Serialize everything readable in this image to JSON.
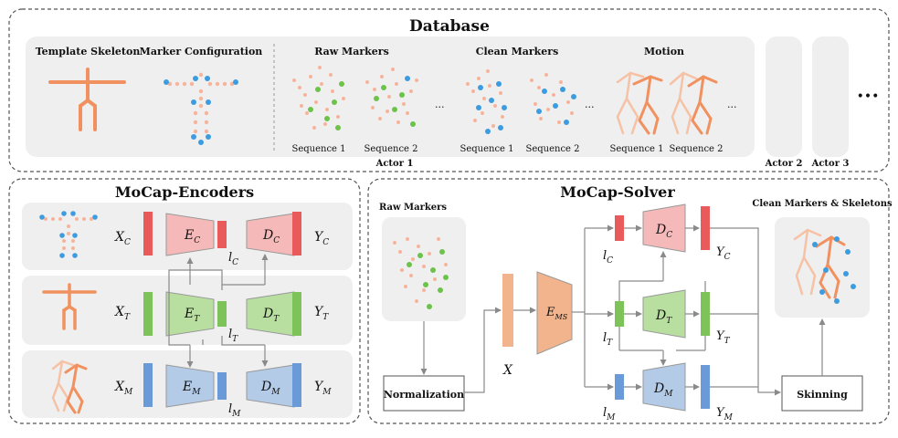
{
  "database": {
    "title": "Database",
    "columns": {
      "template": "Template Skeleton",
      "marker_config": "Marker Configuration",
      "raw": "Raw Markers",
      "clean": "Clean Markers",
      "motion": "Motion"
    },
    "sequence_1": "Sequence 1",
    "sequence_2": "Sequence 2",
    "ellipsis_small": "...",
    "ellipsis_big": "•••",
    "actor_1": "Actor 1",
    "actor_2": "Actor 2",
    "actor_3": "Actor 3"
  },
  "encoders": {
    "title": "MoCap-Encoders",
    "rows": [
      {
        "input": "X",
        "input_sub": "C",
        "enc": "E",
        "enc_sub": "C",
        "latent": "l",
        "latent_sub": "C",
        "dec": "D",
        "dec_sub": "C",
        "output": "Y",
        "output_sub": "C"
      },
      {
        "input": "X",
        "input_sub": "T",
        "enc": "E",
        "enc_sub": "T",
        "latent": "l",
        "latent_sub": "T",
        "dec": "D",
        "dec_sub": "T",
        "output": "Y",
        "output_sub": "T"
      },
      {
        "input": "X",
        "input_sub": "M",
        "enc": "E",
        "enc_sub": "M",
        "latent": "l",
        "latent_sub": "M",
        "dec": "D",
        "dec_sub": "M",
        "output": "Y",
        "output_sub": "M"
      }
    ]
  },
  "solver": {
    "title": "MoCap-Solver",
    "raw_markers": "Raw Markers",
    "clean_label": "Clean Markers & Skeletons",
    "normalization": "Normalization",
    "skinning": "Skinning",
    "x_label": "X",
    "ems": "E",
    "ems_sub": "MS",
    "rows": [
      {
        "latent": "l",
        "latent_sub": "C",
        "dec": "D",
        "dec_sub": "C",
        "output": "Y",
        "output_sub": "C"
      },
      {
        "latent": "l",
        "latent_sub": "T",
        "dec": "D",
        "dec_sub": "T",
        "output": "Y",
        "output_sub": "T"
      },
      {
        "latent": "l",
        "latent_sub": "M",
        "dec": "D",
        "dec_sub": "M",
        "output": "Y",
        "output_sub": "M"
      }
    ]
  },
  "colors": {
    "red_fill": "#f6b9b9",
    "red_bar": "#e95a5a",
    "green_fill": "#b9dfa0",
    "green_bar": "#7dc35a",
    "blue_fill": "#b4cbe8",
    "blue_bar": "#6b9ad8",
    "orange_bar": "#f2b48c",
    "panel_bg": "#efefef",
    "skeleton": "#f0915f",
    "marker_blue": "#3d9be0",
    "marker_green": "#6cc24a"
  }
}
